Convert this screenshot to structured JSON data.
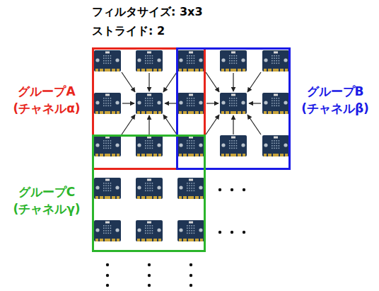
{
  "diagram": {
    "nodes": [
      {
        "text": [
          "グループA",
          "(チャネルα)"
        ]
      },
      {
        "text": [
          "グループB",
          "(チャネルβ)"
        ]
      },
      {
        "text": [
          "グループC",
          "(チャネルγ)"
        ]
      }
    ],
    "labels": [
      "フィルタサイズ: 3x3",
      "ストライド: 2"
    ]
  }
}
